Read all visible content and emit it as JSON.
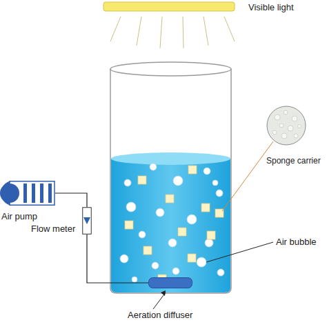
{
  "diagram": {
    "nodes": [
      {
        "text": [
          "Air pump"
        ]
      },
      {
        "text": [
          "Flow meter"
        ]
      },
      {
        "text": [
          "Aeration diffuser"
        ]
      }
    ],
    "edges": [
      {
        "from": 0,
        "to": 1,
        "arrow": "none"
      },
      {
        "from": 1,
        "to": 2,
        "arrow": "none"
      }
    ],
    "labels": [
      "Visible light",
      "Sponge carrier",
      "Air bubble"
    ]
  }
}
